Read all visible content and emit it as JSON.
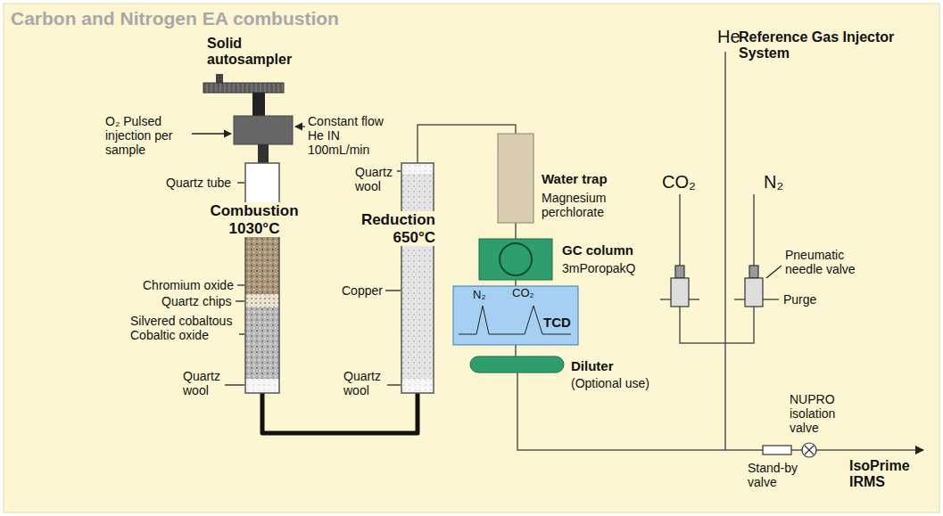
{
  "diagram": {
    "title": "Carbon and Nitrogen EA combustion",
    "nodes": [
      {
        "text": [
          "Combustion 1030°C"
        ]
      },
      {
        "text": [
          "Reduction 650°C"
        ]
      },
      {
        "text": [
          "Water trap",
          "Magnesium perchlorate"
        ]
      },
      {
        "text": [
          "GC column",
          "3mPoropakQ"
        ]
      },
      {
        "text": [
          "TCD",
          "N₂",
          "CO₂"
        ]
      },
      {
        "text": [
          "Diluter",
          "(Optional use)"
        ]
      }
    ],
    "edges": [
      {
        "from": 0,
        "to": 1,
        "arrow": "none"
      },
      {
        "from": 1,
        "to": 2,
        "arrow": "none"
      },
      {
        "from": 2,
        "to": 3,
        "arrow": "none"
      },
      {
        "from": 3,
        "to": 4,
        "arrow": "none"
      },
      {
        "from": 4,
        "to": 5,
        "arrow": "none"
      }
    ],
    "labels": [
      "Solid autosampler",
      "O₂ Pulsed injection per sample",
      "Constant flow He IN 100mL/min",
      "Quartz tube",
      "Chromium oxide",
      "Quartz chips",
      "Silvered cobaltous Cobaltic oxide",
      "Quartz wool",
      "Quartz wool",
      "Copper",
      "Quartz wool",
      "He",
      "Reference Gas Injector System",
      "CO₂",
      "N₂",
      "Pneumatic needle valve",
      "Purge",
      "NUPRO isolation valve",
      "Stand-by valve",
      "IsoPrime IRMS"
    ]
  }
}
